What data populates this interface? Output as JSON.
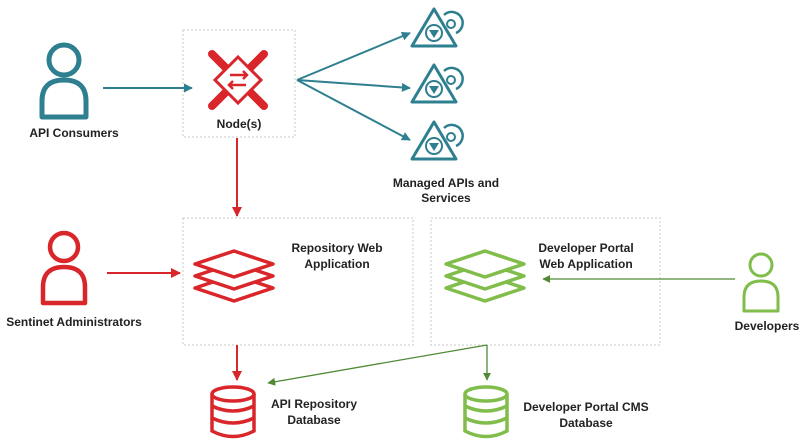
{
  "nodes": {
    "api_consumers": "API Consumers",
    "node": "Node(s)",
    "managed_apis_line1": "Managed APIs and",
    "managed_apis_line2": "Services",
    "sentinet_admins": "Sentinet Administrators",
    "repository_web_line1": "Repository Web",
    "repository_web_line2": "Application",
    "dev_portal_web_line1": "Developer Portal",
    "dev_portal_web_line2": "Web Application",
    "developers": "Developers",
    "api_repo_db_line1": "API Repository",
    "api_repo_db_line2": "Database",
    "dev_portal_cms_db_line1": "Developer Portal CMS",
    "dev_portal_cms_db_line2": "Database"
  },
  "colors": {
    "teal": "#2e7f8f",
    "red": "#d9262b",
    "green": "#80bd4a",
    "arrow_green": "#4f8a35",
    "box_border": "#c8c8c8",
    "text": "#222222"
  }
}
